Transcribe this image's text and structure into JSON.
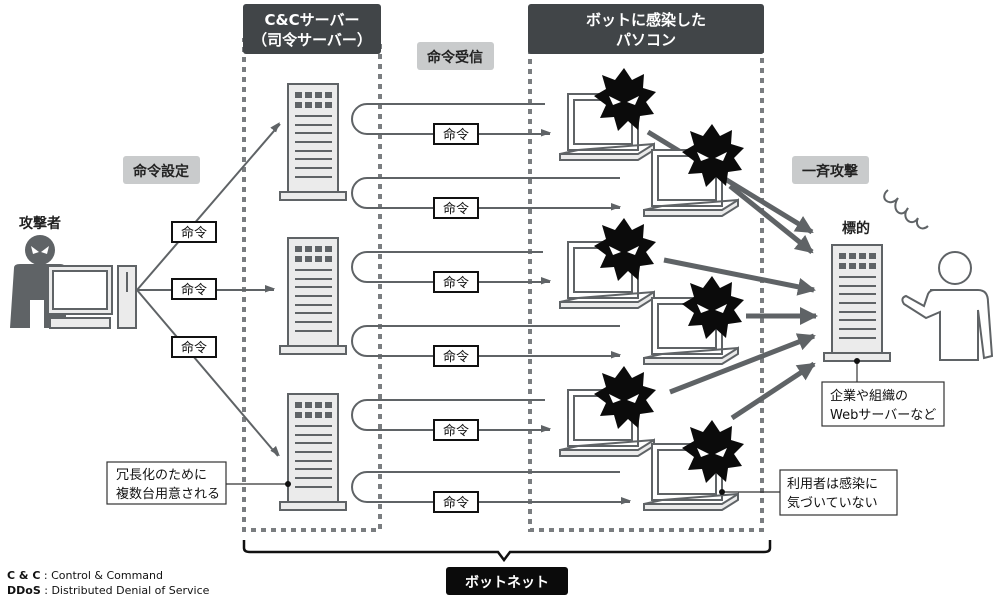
{
  "headers": {
    "cc_server": [
      "C&Cサーバー",
      "（司令サーバー）"
    ],
    "bot_pcs": [
      "ボットに感染した",
      "パソコン"
    ]
  },
  "tags": {
    "set_command": "命令設定",
    "receive_command": "命令受信",
    "simultaneous_attack": "一斉攻撃"
  },
  "attacker_label": "攻撃者",
  "target_label": "標的",
  "command_label": "命令",
  "callouts": {
    "redundancy": [
      "冗長化のために",
      "複数台用意される"
    ],
    "target_desc": [
      "企業や組織の",
      "Webサーバーなど"
    ],
    "unaware": [
      "利用者は感染に",
      "気づいていない"
    ]
  },
  "botnet_label": "ボットネット",
  "legend": [
    {
      "term": "C & C",
      "sep": " : ",
      "desc": "Control & Command"
    },
    {
      "term": "DDoS",
      "sep": " : ",
      "desc": "Distributed Denial of Service"
    }
  ],
  "colors": {
    "dark_header": "#414548",
    "gray_tag": "#c9cbcc",
    "line": "#5f6366",
    "fill_light": "#ebebeb"
  }
}
